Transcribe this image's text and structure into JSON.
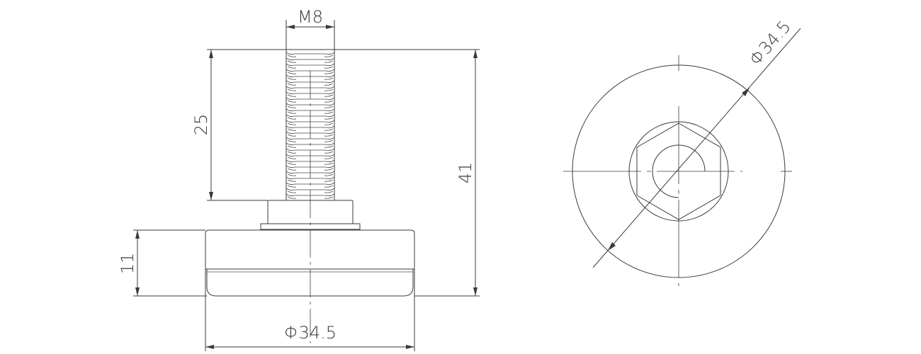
{
  "side_view": {
    "thread_label": "M8",
    "thread_length": "25",
    "total_height": "41",
    "base_height": "11",
    "base_diameter": "Φ34.5"
  },
  "top_view": {
    "diameter": "Φ34.5"
  },
  "colors": {
    "line": "#3a3a3a",
    "background": "#ffffff"
  }
}
